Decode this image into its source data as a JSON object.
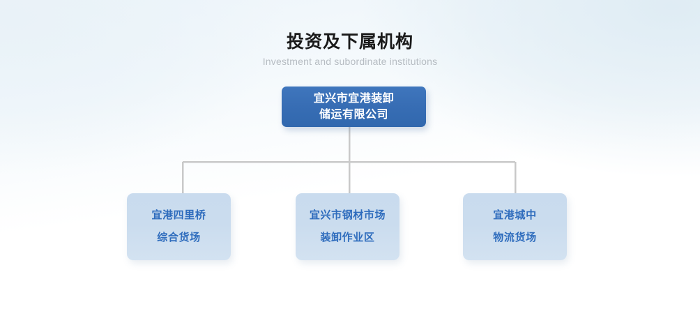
{
  "heading": {
    "title": "投资及下属机构",
    "subtitle": "Investment and subordinate institutions"
  },
  "colors": {
    "root_fill": "#3770b6",
    "root_text": "#ffffff",
    "child_fill": "#cadcee",
    "child_text": "#2e6cbd",
    "connector": "#c9c9c9",
    "title_text": "#1a1a1a",
    "subtitle_text": "#b6bcc2",
    "background_top": "#e6f0f7",
    "background_bottom": "#ffffff"
  },
  "org_chart": {
    "root": {
      "id": "root",
      "lines": [
        "宜兴市宜港装卸",
        "储运有限公司"
      ],
      "full_name": "宜兴市宜港装卸储运有限公司"
    },
    "children": [
      {
        "id": "child-0",
        "lines": [
          "宜港四里桥",
          "综合货场"
        ],
        "full_name": "宜港四里桥综合货场"
      },
      {
        "id": "child-1",
        "lines": [
          "宜兴市钢材市场",
          "装卸作业区"
        ],
        "full_name": "宜兴市钢材市场装卸作业区"
      },
      {
        "id": "child-2",
        "lines": [
          "宜港城中",
          "物流货场"
        ],
        "full_name": "宜港城中物流货场"
      }
    ]
  }
}
